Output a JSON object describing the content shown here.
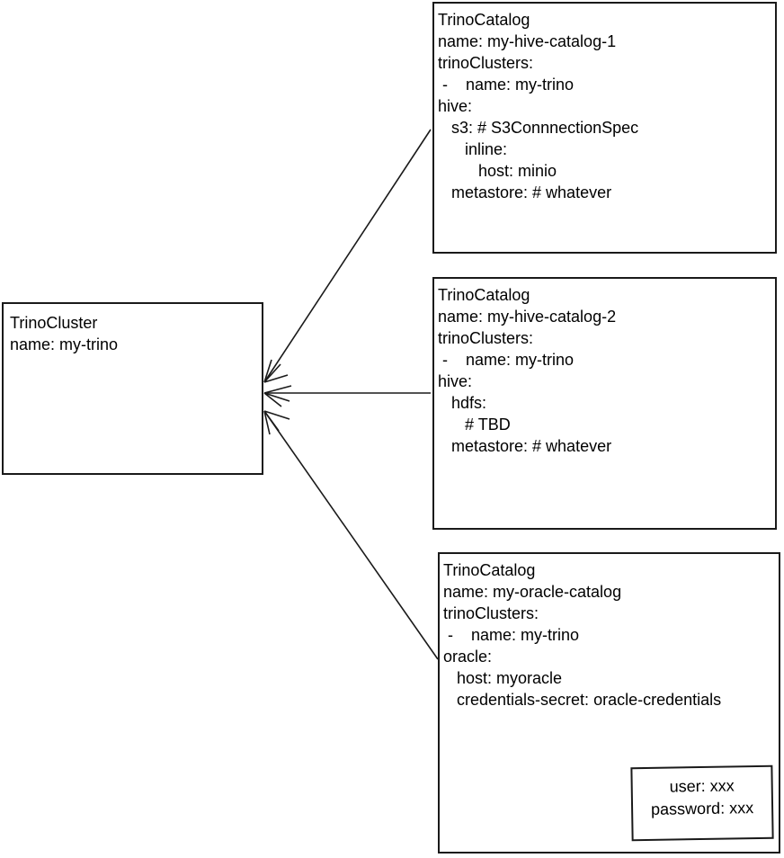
{
  "diagram": {
    "title": "TrinoCluster and TrinoCatalog relationship diagram",
    "background_color": "#ffffff",
    "stroke_color": "#1a1a1a",
    "text_color": "#000000"
  },
  "cluster_box": {
    "kind": "TrinoCluster",
    "lines": [
      "TrinoCluster",
      "name: my-trino"
    ]
  },
  "catalog_boxes": [
    {
      "id": "hive-catalog-1",
      "kind": "TrinoCatalog",
      "lines": [
        "TrinoCatalog",
        "name: my-hive-catalog-1",
        "trinoClusters:",
        " -    name: my-trino",
        "hive:",
        "   s3: # S3ConnnectionSpec",
        "      inline:",
        "         host: minio",
        "   metastore: # whatever"
      ]
    },
    {
      "id": "hive-catalog-2",
      "kind": "TrinoCatalog",
      "lines": [
        "TrinoCatalog",
        "name: my-hive-catalog-2",
        "trinoClusters:",
        " -    name: my-trino",
        "hive:",
        "   hdfs:",
        "      # TBD",
        "   metastore: # whatever"
      ]
    },
    {
      "id": "oracle-catalog",
      "kind": "TrinoCatalog",
      "lines": [
        "TrinoCatalog",
        "name: my-oracle-catalog",
        "trinoClusters:",
        " -    name: my-trino",
        "oracle:",
        "   host: myoracle",
        "   credentials-secret: oracle-credentials"
      ]
    }
  ],
  "credentials_box": {
    "id": "oracle-credentials-secret",
    "lines": [
      "user: xxx",
      "password: xxx"
    ]
  },
  "edges": [
    {
      "id": "edge-catalog1-to-cluster",
      "from": "hive-catalog-1",
      "to": "cluster-box",
      "arrow_at": "cluster-box"
    },
    {
      "id": "edge-catalog2-to-cluster",
      "from": "hive-catalog-2",
      "to": "cluster-box",
      "arrow_at": "cluster-box"
    },
    {
      "id": "edge-catalog3-to-cluster",
      "from": "oracle-catalog",
      "to": "cluster-box",
      "arrow_at": "cluster-box"
    },
    {
      "id": "edge-secret-to-credentials",
      "from": "credentials-secret-field",
      "to": "oracle-credentials-secret",
      "arrow_at": "oracle-credentials-secret"
    }
  ]
}
